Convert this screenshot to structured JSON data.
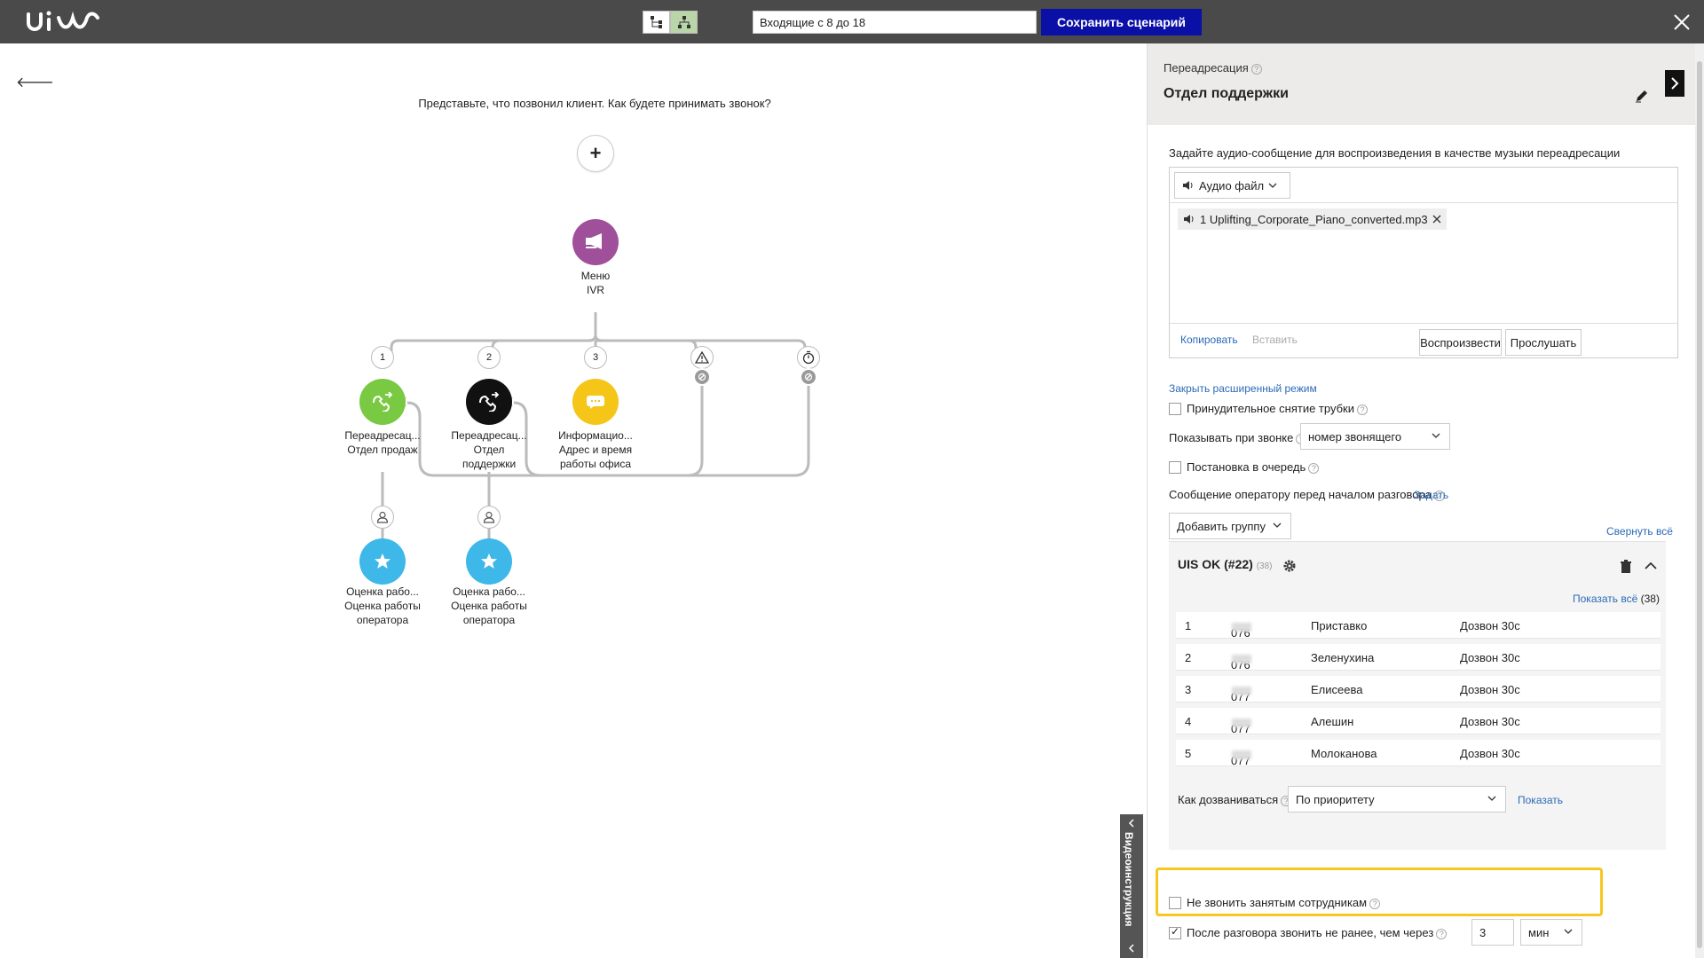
{
  "header": {
    "scenario_name": "Входящие с 8 до 18",
    "save_label": "Сохранить сценарий"
  },
  "canvas": {
    "prompt": "Представьте, что позвонил клиент. Как будете принимать звонок?",
    "root": {
      "title": "Меню",
      "subtitle": "IVR",
      "color": "#a0509a"
    },
    "branches": [
      {
        "key": "1",
        "title": "Переадресац...",
        "sub": "Отдел продаж",
        "color": "#7ac943"
      },
      {
        "key": "2",
        "title": "Переадресац...",
        "sub": "Отдел поддержки",
        "color": "#111111"
      },
      {
        "key": "3",
        "title": "Информацио...",
        "sub": "Адрес и время работы офиса",
        "color": "#f5c518"
      }
    ],
    "ratings": [
      {
        "title": "Оценка рабо...",
        "sub": "Оценка работы оператора",
        "color": "#3db8e8"
      },
      {
        "title": "Оценка рабо...",
        "sub": "Оценка работы оператора",
        "color": "#3db8e8"
      }
    ],
    "video_tab": "Видеоинструкция"
  },
  "panel": {
    "type": "Переадресация",
    "title": "Отдел поддержки",
    "audio_prompt": "Задайте аудио-сообщение для воспроизведения в качестве музыки переадресации",
    "audio_dropdown": "Аудио файл",
    "audio_file": "1 Uplifting_Corporate_Piano_converted.mp3",
    "copy": "Копировать",
    "paste": "Вставить",
    "play": "Воспроизвести",
    "listen": "Прослушать",
    "close_advanced": "Закрыть расширенный режим",
    "force_pickup": "Принудительное снятие трубки",
    "show_on_call_label": "Показывать при звонке",
    "show_on_call_value": "номер звонящего",
    "queue": "Постановка в очередь",
    "operator_msg": "Сообщение оператору перед началом разговора",
    "set": "Задать",
    "add_group": "Добавить группу",
    "collapse_all": "Свернуть всё",
    "group_name": "UIS OK (#22)",
    "group_count": "(38)",
    "show_all": "Показать всё",
    "show_all_count": "(38)",
    "employees": [
      {
        "n": "1",
        "ext": "076",
        "name": "Приставко",
        "dial": "Дозвон 30с"
      },
      {
        "n": "2",
        "ext": "076",
        "name": "Зеленухина",
        "dial": "Дозвон 30с"
      },
      {
        "n": "3",
        "ext": "077",
        "name": "Елисеева",
        "dial": "Дозвон 30с"
      },
      {
        "n": "4",
        "ext": "077",
        "name": "Алешин",
        "dial": "Дозвон 30с"
      },
      {
        "n": "5",
        "ext": "077",
        "name": "Молоканова",
        "dial": "Дозвон 30с"
      }
    ],
    "dial_mode_label": "Как дозваниваться",
    "dial_mode_value": "По приоритету",
    "show": "Показать",
    "no_busy": "Не звонить занятым сотрудникам",
    "after_talk": "После разговора звонить не ранее, чем через",
    "after_talk_value": "3",
    "after_talk_unit": "мин"
  }
}
